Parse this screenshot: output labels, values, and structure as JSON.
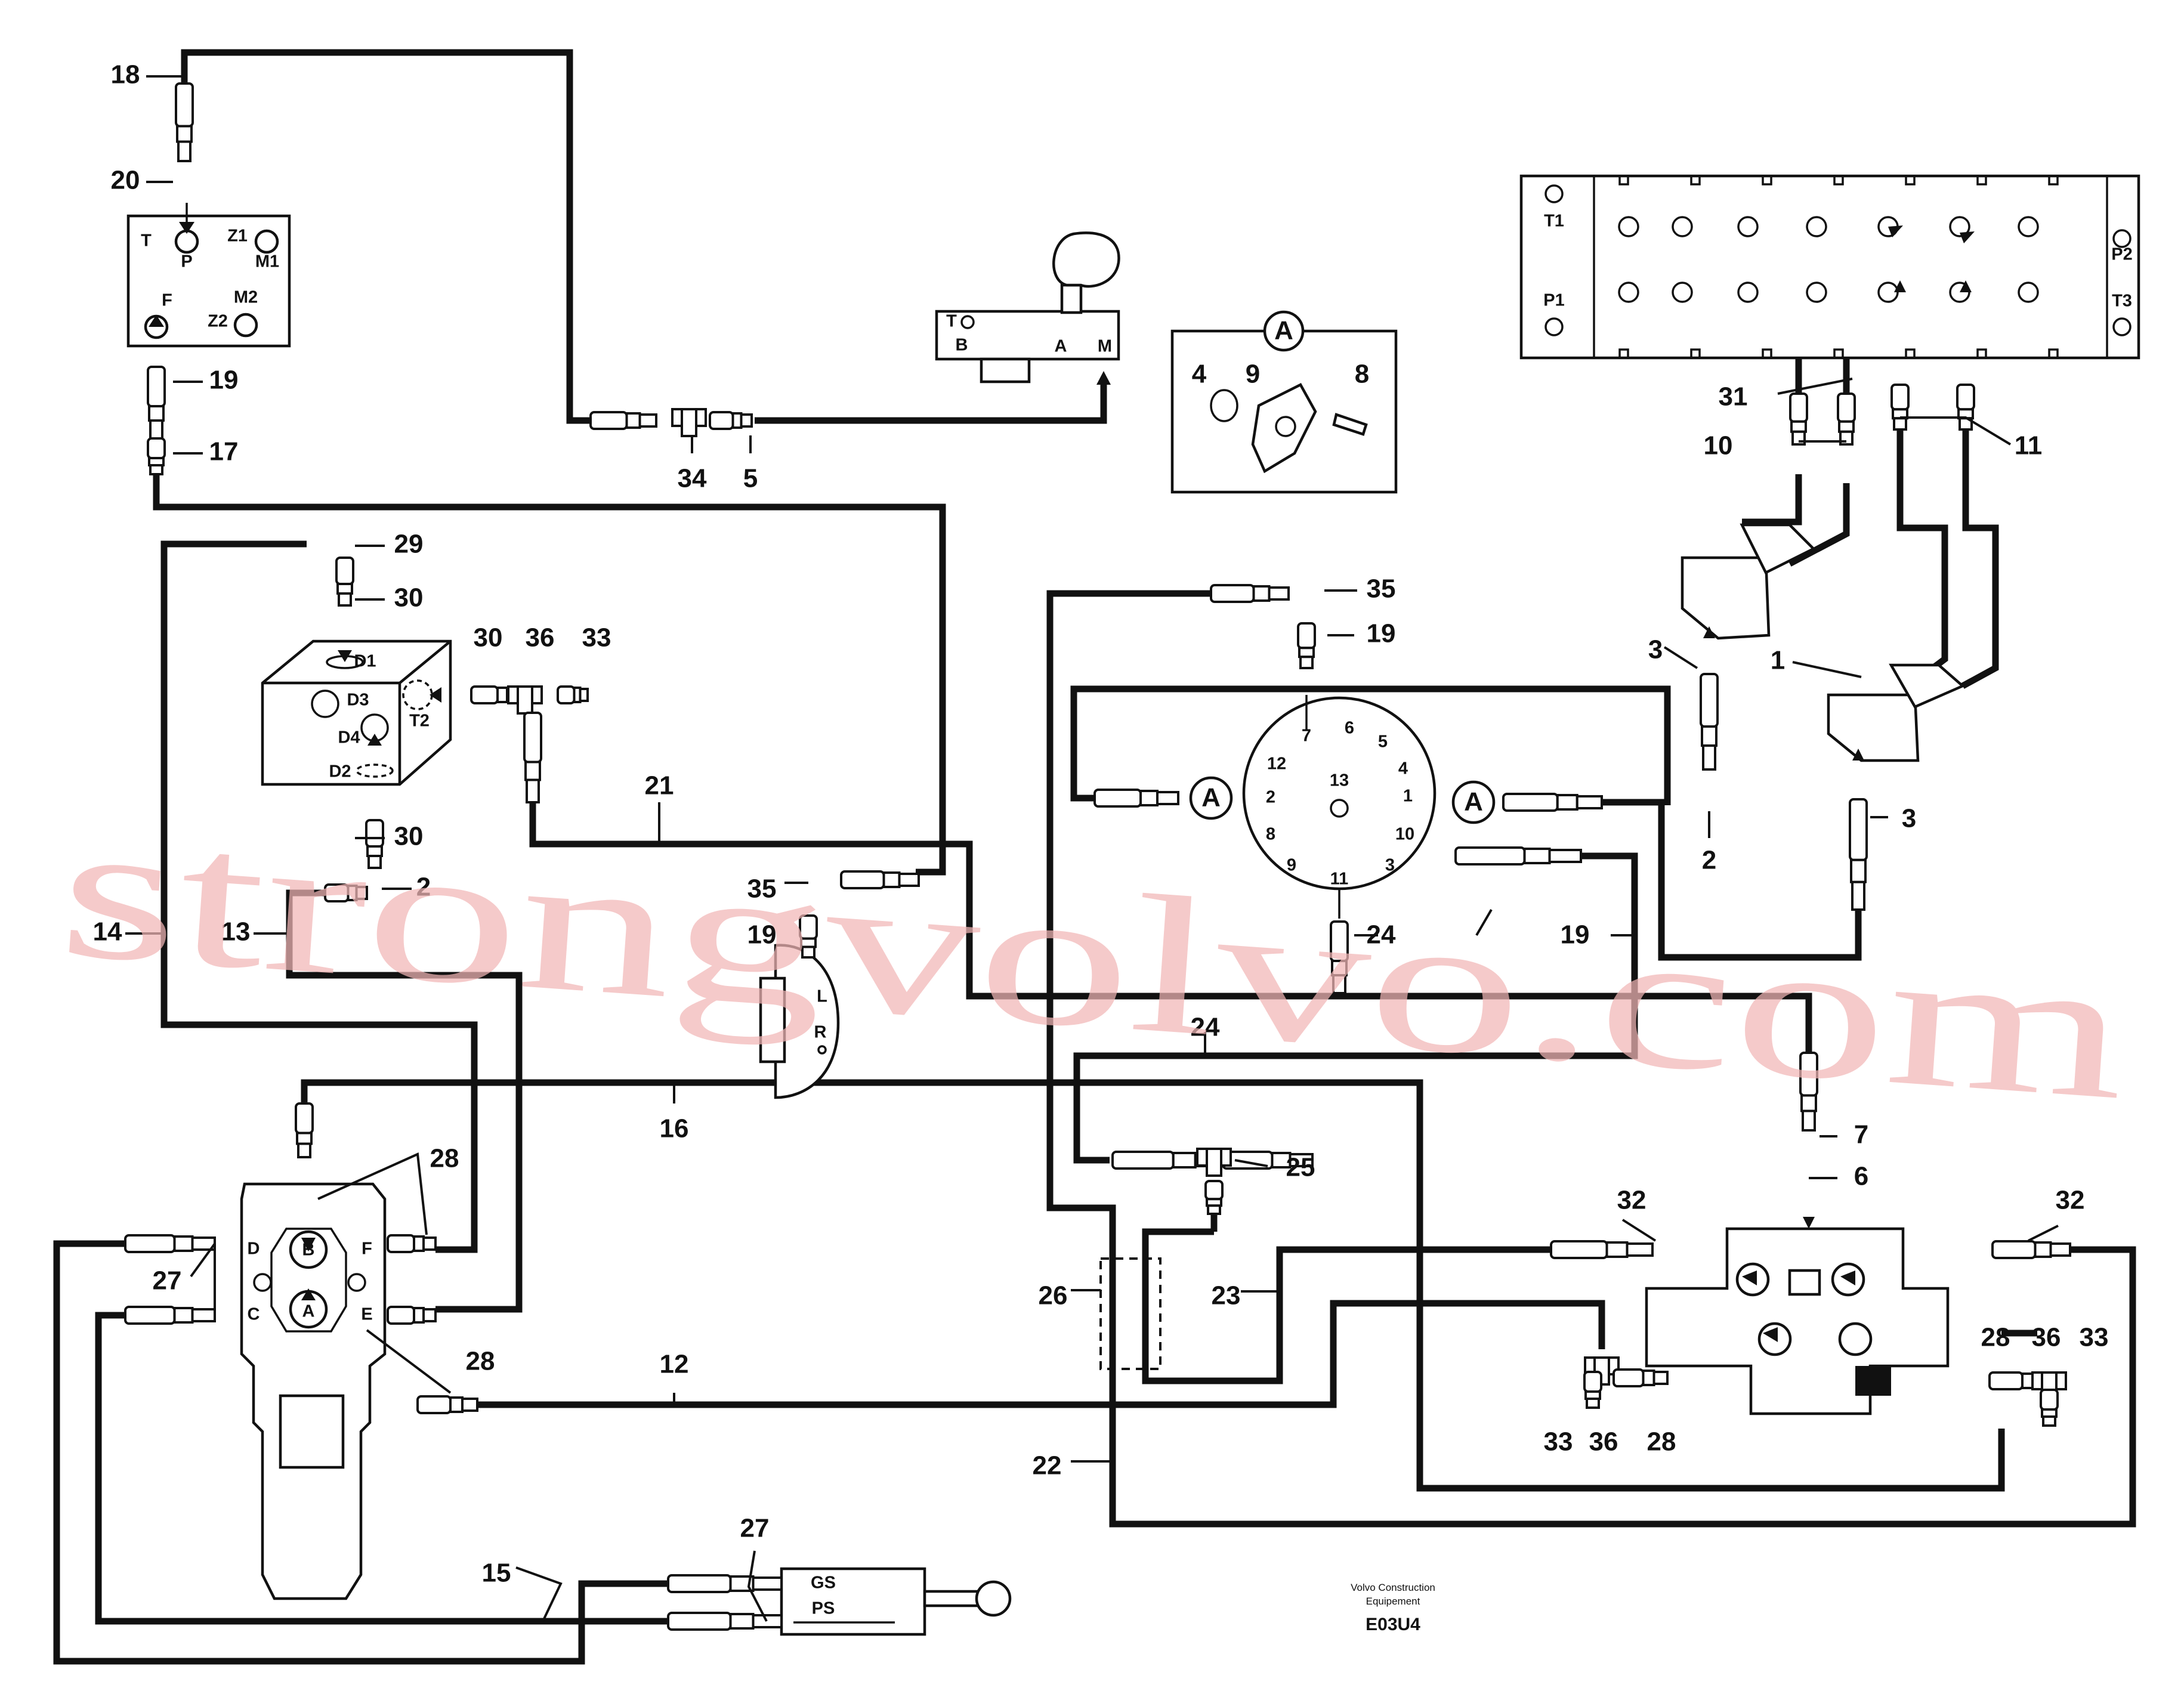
{
  "diagram": {
    "drawing_code": "E03U4",
    "footer_line1": "Volvo Construction",
    "footer_line2": "Equipement",
    "watermark": "strongvolvo.com"
  },
  "callouts": [
    "18",
    "20",
    "19",
    "17",
    "34",
    "5",
    "4",
    "9",
    "8",
    "29",
    "30",
    "30",
    "36",
    "33",
    "21",
    "30",
    "2",
    "14",
    "13",
    "35",
    "19",
    "31",
    "10",
    "11",
    "3",
    "1",
    "35",
    "19",
    "3",
    "2",
    "24",
    "19",
    "24",
    "7",
    "6",
    "16",
    "25",
    "28",
    "27",
    "26",
    "23",
    "12",
    "28",
    "22",
    "32",
    "32",
    "28",
    "36",
    "33",
    "33",
    "36",
    "28",
    "27",
    "15"
  ],
  "ports": {
    "pressure_reducing_block": [
      "T",
      "P",
      "Z1",
      "M1",
      "F",
      "M2",
      "Z2"
    ],
    "servo_valve": [
      "T",
      "B",
      "A",
      "M"
    ],
    "accumulator_block": [
      "D1",
      "D3",
      "T2",
      "D4",
      "D2"
    ],
    "swivel_joint": [
      "7",
      "6",
      "5",
      "12",
      "4",
      "13",
      "2",
      "1",
      "8",
      "10",
      "9",
      "3",
      "11"
    ],
    "selector_valve": [
      "L",
      "R"
    ],
    "main_control_valve": [
      "D",
      "F",
      "B",
      "C",
      "A",
      "E"
    ],
    "distribution_block": [
      "T1",
      "P1",
      "P2",
      "T3"
    ],
    "pilot_unit": [
      "GS",
      "PS"
    ],
    "circle_marker": "A"
  }
}
